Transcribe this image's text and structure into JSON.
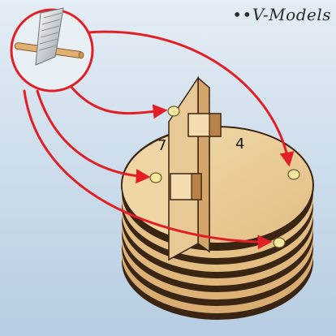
{
  "brand": {
    "logo_text": "V-Models",
    "logo_prefix": "••"
  },
  "diagram": {
    "part_labels": {
      "left": "7",
      "right": "4"
    },
    "colors": {
      "background_top": "#dfe9f2",
      "background_bottom": "#b9cfe3",
      "wood_light": "#efd3a3",
      "wood_mid": "#d6a86a",
      "wood_dark": "#8a5a2e",
      "wood_edge": "#3a2412",
      "arrow": "#e21f26",
      "hole": "#f4e7a0",
      "callout_ring": "#e21f26"
    },
    "icons": [
      "craft-knife-icon",
      "dowel-pin-icon"
    ]
  }
}
